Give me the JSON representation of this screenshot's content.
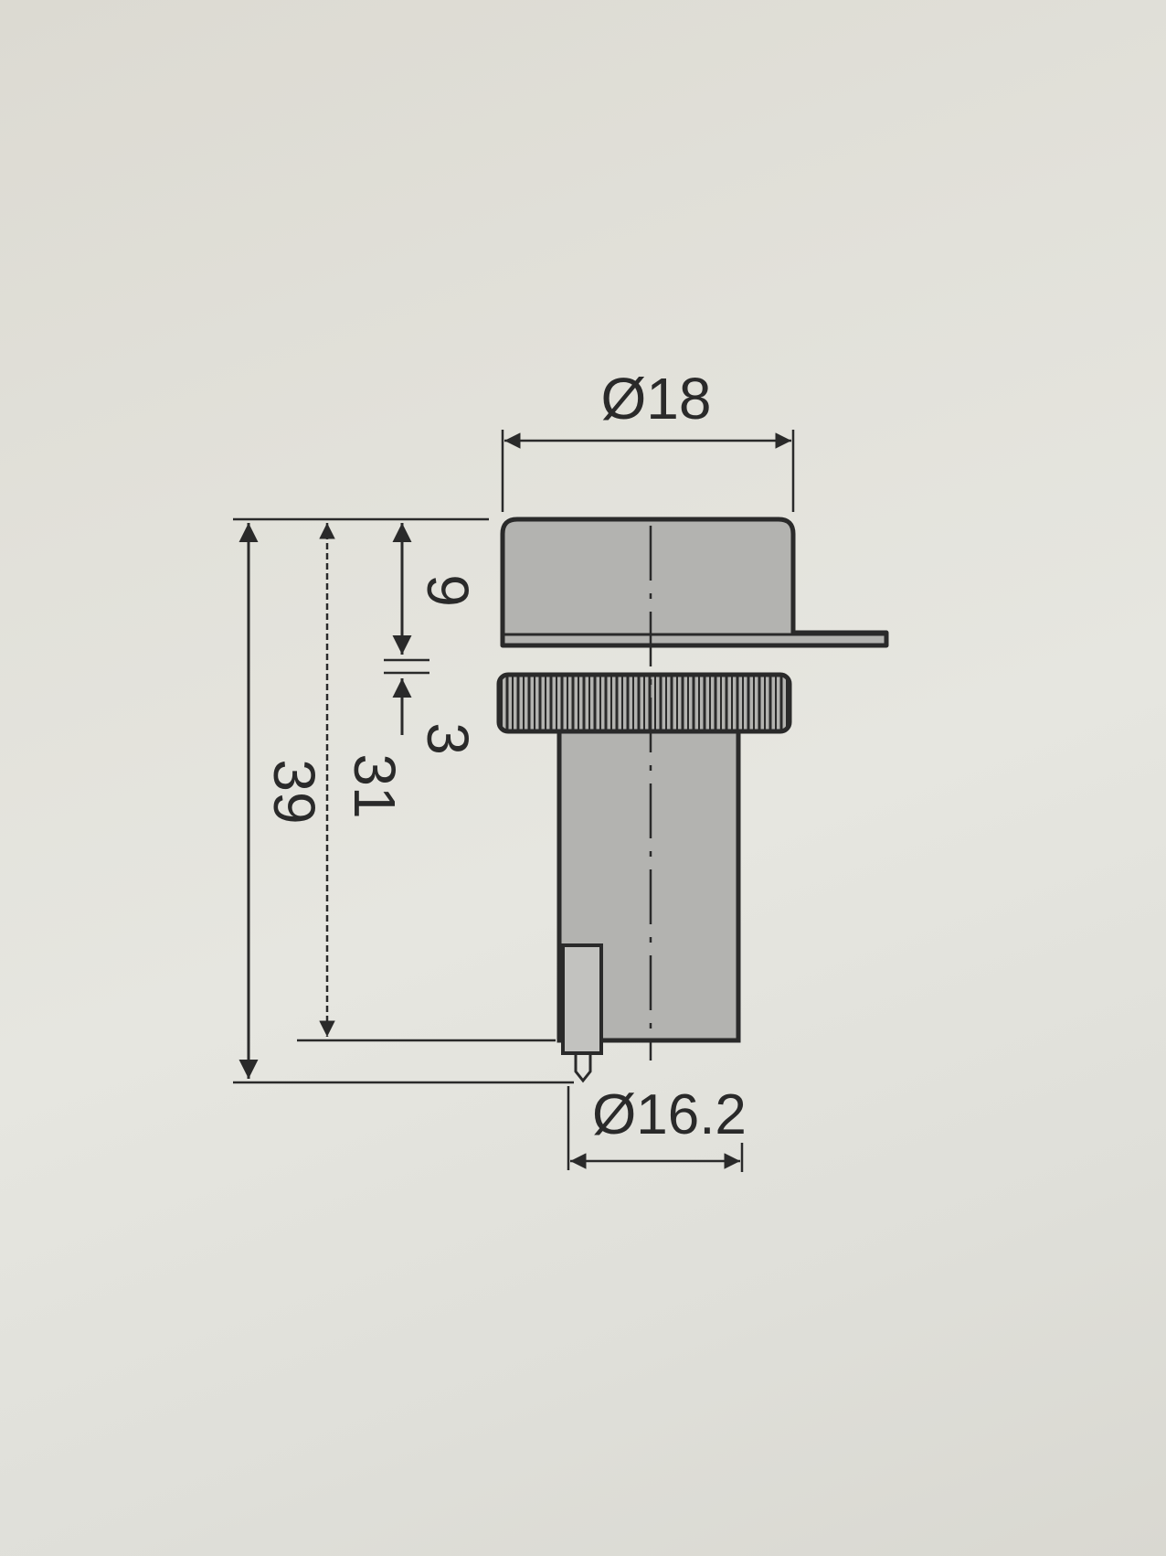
{
  "drawing": {
    "labels": {
      "top_diameter": "Ø18",
      "bottom_diameter": "Ø16.2",
      "cap_height": "9",
      "gap": "3",
      "body_length": "31",
      "total_length": "39"
    }
  },
  "colors": {
    "ink": "#2a2a2a",
    "part_fill": "#b3b3b0",
    "background": "#e2e1da"
  }
}
